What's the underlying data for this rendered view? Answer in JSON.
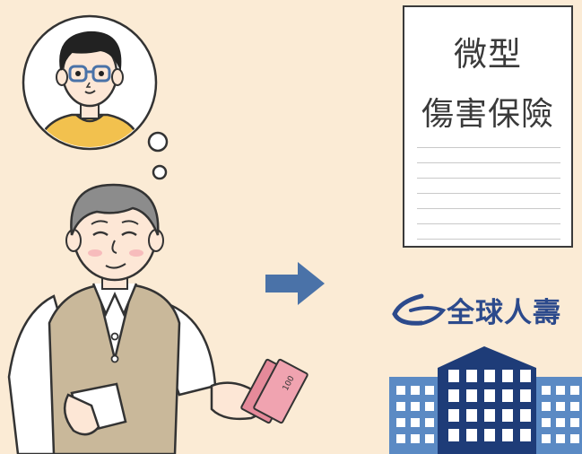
{
  "document": {
    "title_line1": "微型",
    "title_line2": "傷害保險",
    "body_line_count": 7
  },
  "insurer": {
    "name": "全球人壽",
    "logo_icon": "swirl-logo-icon"
  },
  "illustration": {
    "thought_person": "young-man-with-glasses",
    "elder_person": "elderly-man-holding-cash",
    "flow_arrow": "right-arrow-icon",
    "building": "office-building-icon",
    "banknote_value": "100"
  },
  "colors": {
    "background": "#fbebd5",
    "arrow": "#4a72a8",
    "brand": "#2c4a8c",
    "building_dark": "#1e3c78",
    "building_light": "#5b8ac4",
    "vest": "#c9b89a",
    "skin": "#fde7d6",
    "shirt_yellow": "#f2c14e",
    "banknote": "#e58a9a"
  }
}
